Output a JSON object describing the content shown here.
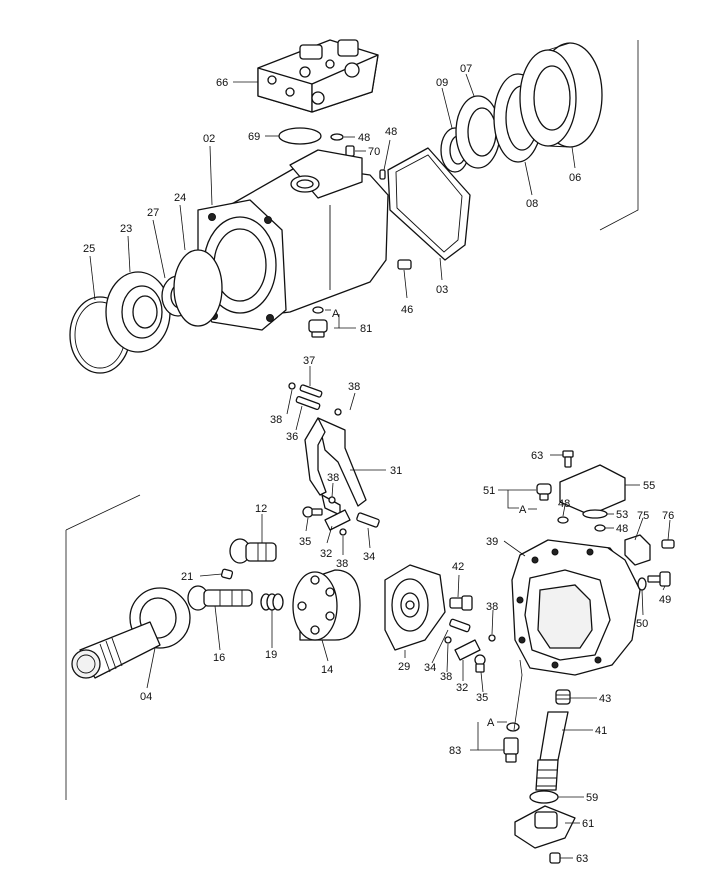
{
  "callouts": {
    "c66": "66",
    "c69": "69",
    "c48a": "48",
    "c70": "70",
    "c48b": "48",
    "c09": "09",
    "c07": "07",
    "c02": "02",
    "c06": "06",
    "c08": "08",
    "c24": "24",
    "c27": "27",
    "c23": "23",
    "c25": "25",
    "c03": "03",
    "c46": "46",
    "cA1": "A",
    "c81": "81",
    "c37": "37",
    "c38a": "38",
    "c38b": "38",
    "c36": "36",
    "c31": "31",
    "c38c": "38",
    "c12": "12",
    "c35a": "35",
    "c32a": "32",
    "c38d": "38",
    "c34a": "34",
    "c21": "21",
    "c16": "16",
    "c19": "19",
    "c14": "14",
    "c04": "04",
    "c42": "42",
    "c38e": "38",
    "c29": "29",
    "c34b": "34",
    "c38f": "38",
    "c32b": "32",
    "c35b": "35",
    "c63a": "63",
    "c51": "51",
    "cA2": "A",
    "c48c": "48",
    "c55": "55",
    "c53": "53",
    "c48d": "48",
    "c75": "75",
    "c76": "76",
    "c39": "39",
    "c49": "49",
    "c50": "50",
    "c43": "43",
    "c41": "41",
    "cA3": "A",
    "c83": "83",
    "c59": "59",
    "c61": "61",
    "c63b": "63"
  }
}
